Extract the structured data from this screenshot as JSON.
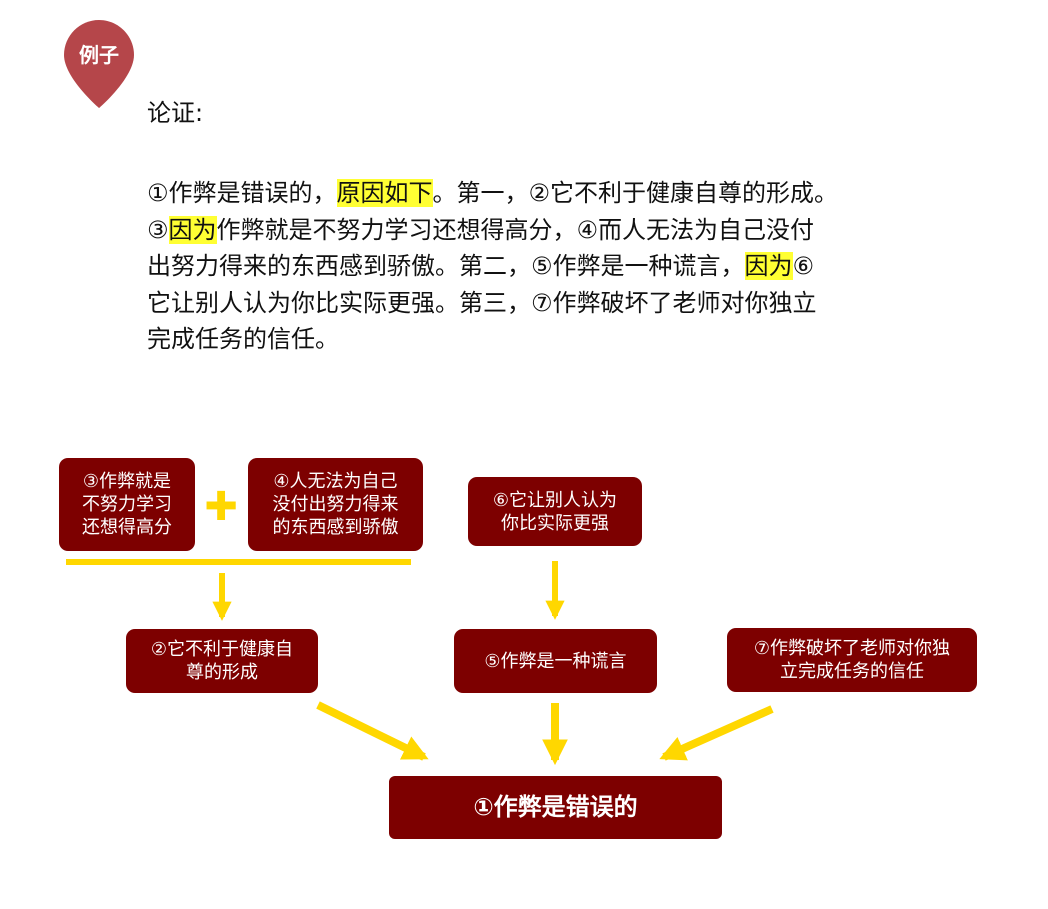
{
  "badge": {
    "label": "例子",
    "color": "#b5464a"
  },
  "heading": "论证:",
  "passage": {
    "segments": [
      {
        "text": "①作弊是错误的，"
      },
      {
        "text": "原因如下",
        "highlight": true
      },
      {
        "text": "。第一，②它不利于健康自尊的形成。"
      },
      {
        "br": true
      },
      {
        "text": "③"
      },
      {
        "text": "因为",
        "highlight": true
      },
      {
        "text": "作弊就是不努力学习还想得高分，④而人无法为自己没付"
      },
      {
        "br": true
      },
      {
        "text": "出努力得来的东西感到骄傲。第二，⑤作弊是一种谎言，"
      },
      {
        "text": "因为",
        "highlight": true
      },
      {
        "text": "⑥"
      },
      {
        "br": true
      },
      {
        "text": "它让别人认为你比实际更强。第三，⑦作弊破坏了老师对你独立"
      },
      {
        "br": true
      },
      {
        "text": "完成任务的信任。"
      }
    ]
  },
  "diagram": {
    "node3": [
      "③作弊就是",
      "不努力学习",
      "还想得高分"
    ],
    "plus": "✚",
    "node4": [
      "④人无法为自己",
      "没付出努力得来",
      "的东西感到骄傲"
    ],
    "node6": [
      "⑥它让别人认为",
      "你比实际更强"
    ],
    "node2": [
      "②它不利于健康自",
      "尊的形成"
    ],
    "node5": [
      "⑤作弊是一种谎言"
    ],
    "node7": [
      "⑦作弊破坏了老师对你独",
      "立完成任务的信任"
    ],
    "node1": [
      "①作弊是错误的"
    ]
  },
  "colors": {
    "box": "#7d0000",
    "arrow": "#ffd700",
    "highlight": "#ffff33"
  }
}
